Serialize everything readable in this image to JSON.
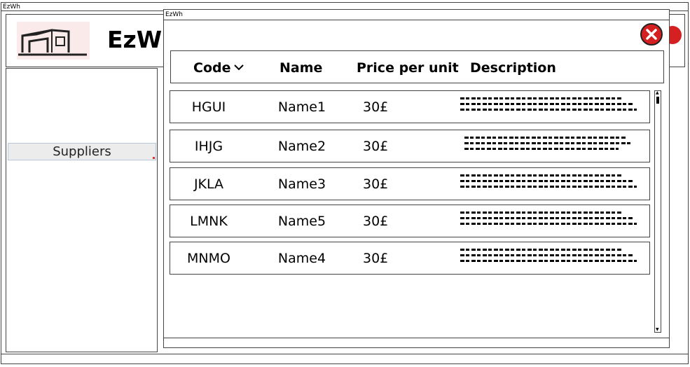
{
  "outer_window": {
    "title": "EzWh"
  },
  "header": {
    "app_name": "EzWh",
    "logo_icon": "warehouse-icon"
  },
  "sidebar": {
    "items": [
      {
        "label": "Suppliers",
        "selected": true
      }
    ]
  },
  "modal": {
    "title": "EzWh",
    "close_icon": "close-icon",
    "close_color": "#d42020"
  },
  "table": {
    "columns": [
      {
        "label": "Code",
        "sort": "descending"
      },
      {
        "label": "Name"
      },
      {
        "label": "Price per unit"
      },
      {
        "label": "Description"
      }
    ],
    "rows": [
      {
        "code": "HGUI",
        "name": "Name1",
        "price": "30£"
      },
      {
        "code": "IHJG",
        "name": "Name2",
        "price": "30£"
      },
      {
        "code": "JKLA",
        "name": "Name3",
        "price": "30£"
      },
      {
        "code": "LMNK",
        "name": "Name5",
        "price": "30£"
      },
      {
        "code": "MNMO",
        "name": "Name4",
        "price": "30£"
      }
    ]
  }
}
